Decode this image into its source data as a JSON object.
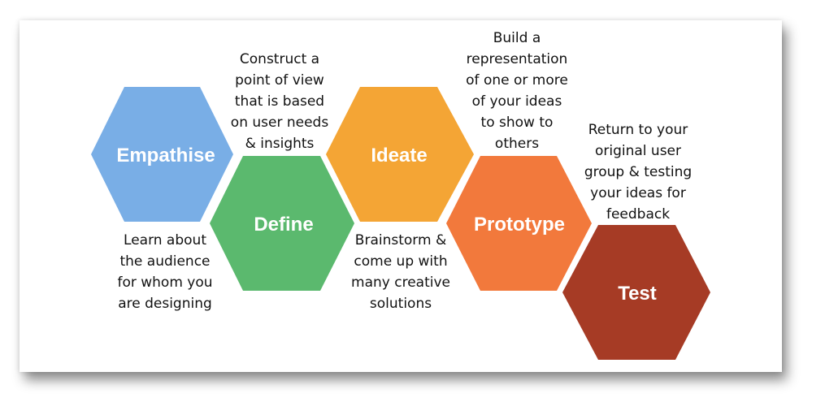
{
  "colors": {
    "empathise": "#79aee6",
    "define": "#5bb96e",
    "ideate": "#f4a535",
    "prototype": "#f2793c",
    "test": "#a63b25"
  },
  "stages": [
    {
      "label": "Empathise",
      "description": [
        "Learn about",
        "the audience",
        "for whom you",
        "are designing"
      ]
    },
    {
      "label": "Define",
      "description": [
        "Construct a",
        "point of view",
        "that is based",
        "on user needs",
        "& insights"
      ]
    },
    {
      "label": "Ideate",
      "description": [
        "Brainstorm &",
        "come up with",
        "many creative",
        "solutions"
      ]
    },
    {
      "label": "Prototype",
      "description": [
        "Build a",
        "representation",
        "of one or more",
        "of your ideas",
        "to show to",
        "others"
      ]
    },
    {
      "label": "Test",
      "description": [
        "Return to your",
        "original user",
        "group & testing",
        "your ideas for",
        "feedback"
      ]
    }
  ]
}
